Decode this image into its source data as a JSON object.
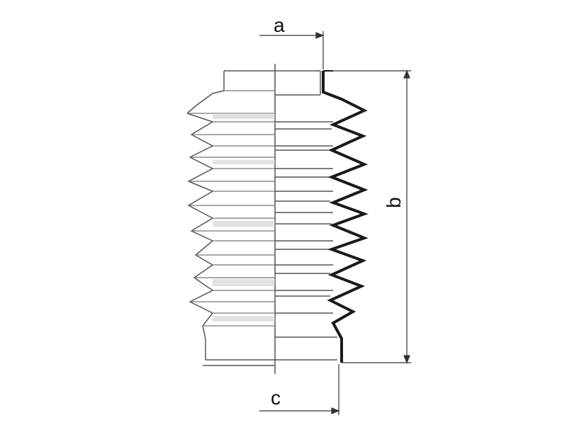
{
  "diagram": {
    "labels": {
      "a": "a",
      "b": "b",
      "c": "c"
    },
    "colors": {
      "line": "#1a1a1a",
      "thin": "#555555",
      "shade": "#bdbdbd",
      "background": "#ffffff"
    }
  }
}
